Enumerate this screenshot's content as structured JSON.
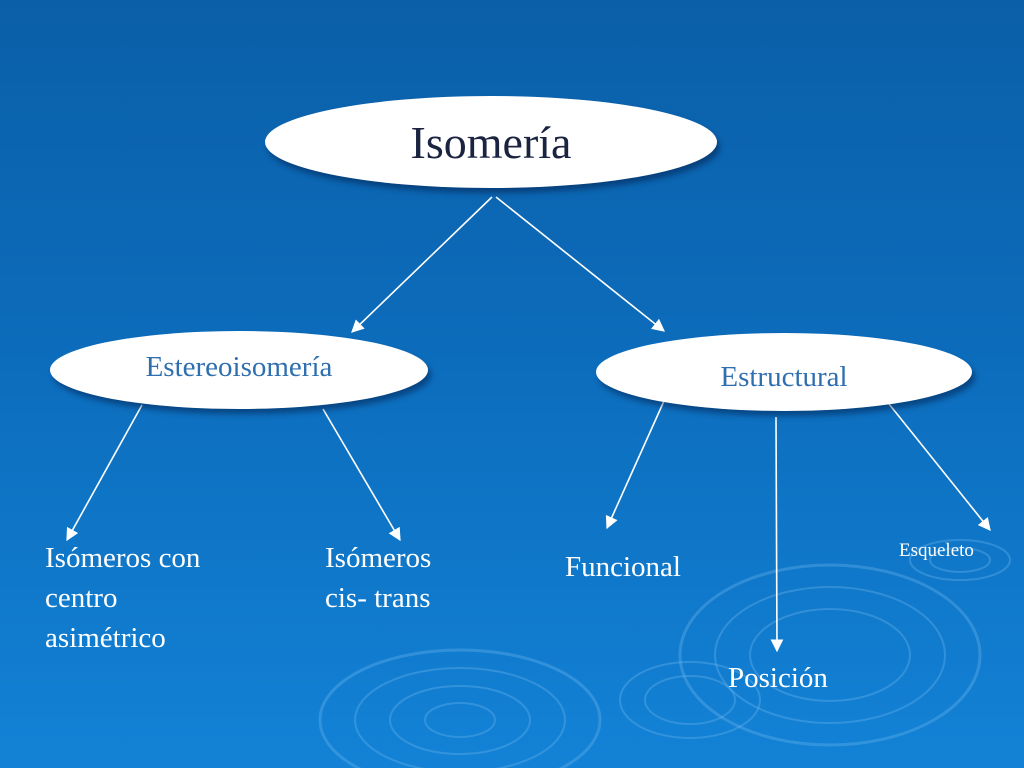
{
  "diagram": {
    "root": {
      "label": "Isomería"
    },
    "branches": [
      {
        "label": "Estereoisomería"
      },
      {
        "label": "Estructural"
      }
    ],
    "leaves": {
      "asymmetric_center": "Isómeros con\ncentro\nasimétrico",
      "cis_trans": "Isómeros\ncis- trans",
      "functional": "Funcional",
      "position": "Posición",
      "skeleton": "Esqueleto"
    }
  },
  "colors": {
    "background_top": "#0b5fa8",
    "background_bottom": "#1382d6",
    "node_fill": "#ffffff",
    "branch_text": "#2f6fb0",
    "root_text": "#1a2340",
    "arrow": "#ffffff"
  }
}
